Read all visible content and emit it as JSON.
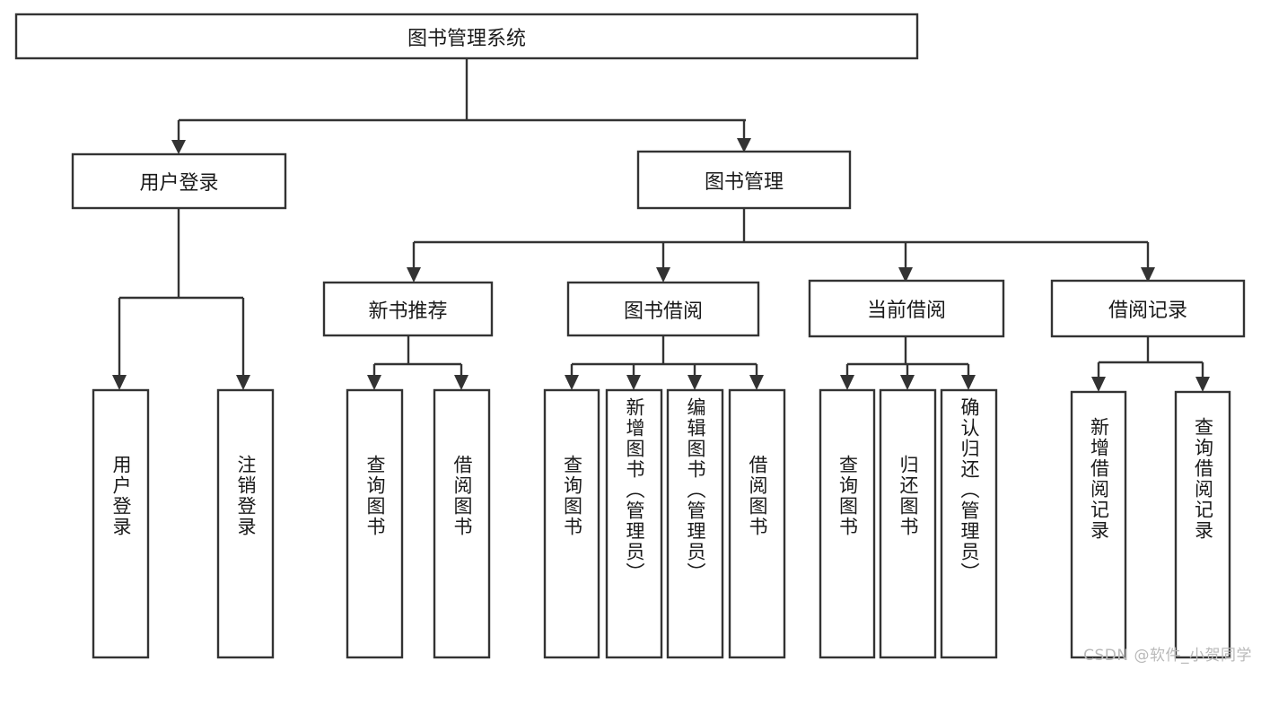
{
  "diagram": {
    "title": "图书管理系统",
    "type": "tree-hierarchy-chart",
    "orientation": "top-down",
    "colors": {
      "background": "#ffffff",
      "node_fill": "#ffffff",
      "node_stroke": "#333333",
      "text": "#1a1a1a",
      "watermark": "#b9b9b9"
    },
    "levels": {
      "root": [
        "图书管理系统"
      ],
      "level2": [
        "用户登录",
        "图书管理"
      ],
      "level3": [
        "新书推荐",
        "图书借阅",
        "当前借阅",
        "借阅记录"
      ]
    }
  },
  "nodes": {
    "root": {
      "label": "图书管理系统"
    },
    "user_login": {
      "label": "用户登录"
    },
    "book_admin": {
      "label": "图书管理"
    },
    "new_book_rec": {
      "label": "新书推荐"
    },
    "book_borrow": {
      "label": "图书借阅"
    },
    "current_borrow": {
      "label": "当前借阅"
    },
    "borrow_record": {
      "label": "借阅记录"
    }
  },
  "leaves": {
    "user_login": [
      {
        "label": "用户登录"
      },
      {
        "label": "注销登录"
      }
    ],
    "new_book_rec": [
      {
        "label": "查询图书"
      },
      {
        "label": "借阅图书"
      }
    ],
    "book_borrow": [
      {
        "label": "查询图书"
      },
      {
        "label": "新增图书（管理员）"
      },
      {
        "label": "编辑图书（管理员）"
      },
      {
        "label": "借阅图书"
      }
    ],
    "current_borrow": [
      {
        "label": "查询图书"
      },
      {
        "label": "归还图书"
      },
      {
        "label": "确认归还（管理员）"
      }
    ],
    "borrow_record": [
      {
        "label": "新增借阅记录"
      },
      {
        "label": "查询借阅记录"
      }
    ]
  },
  "watermark": {
    "text": "CSDN @软件_小贺同学"
  }
}
